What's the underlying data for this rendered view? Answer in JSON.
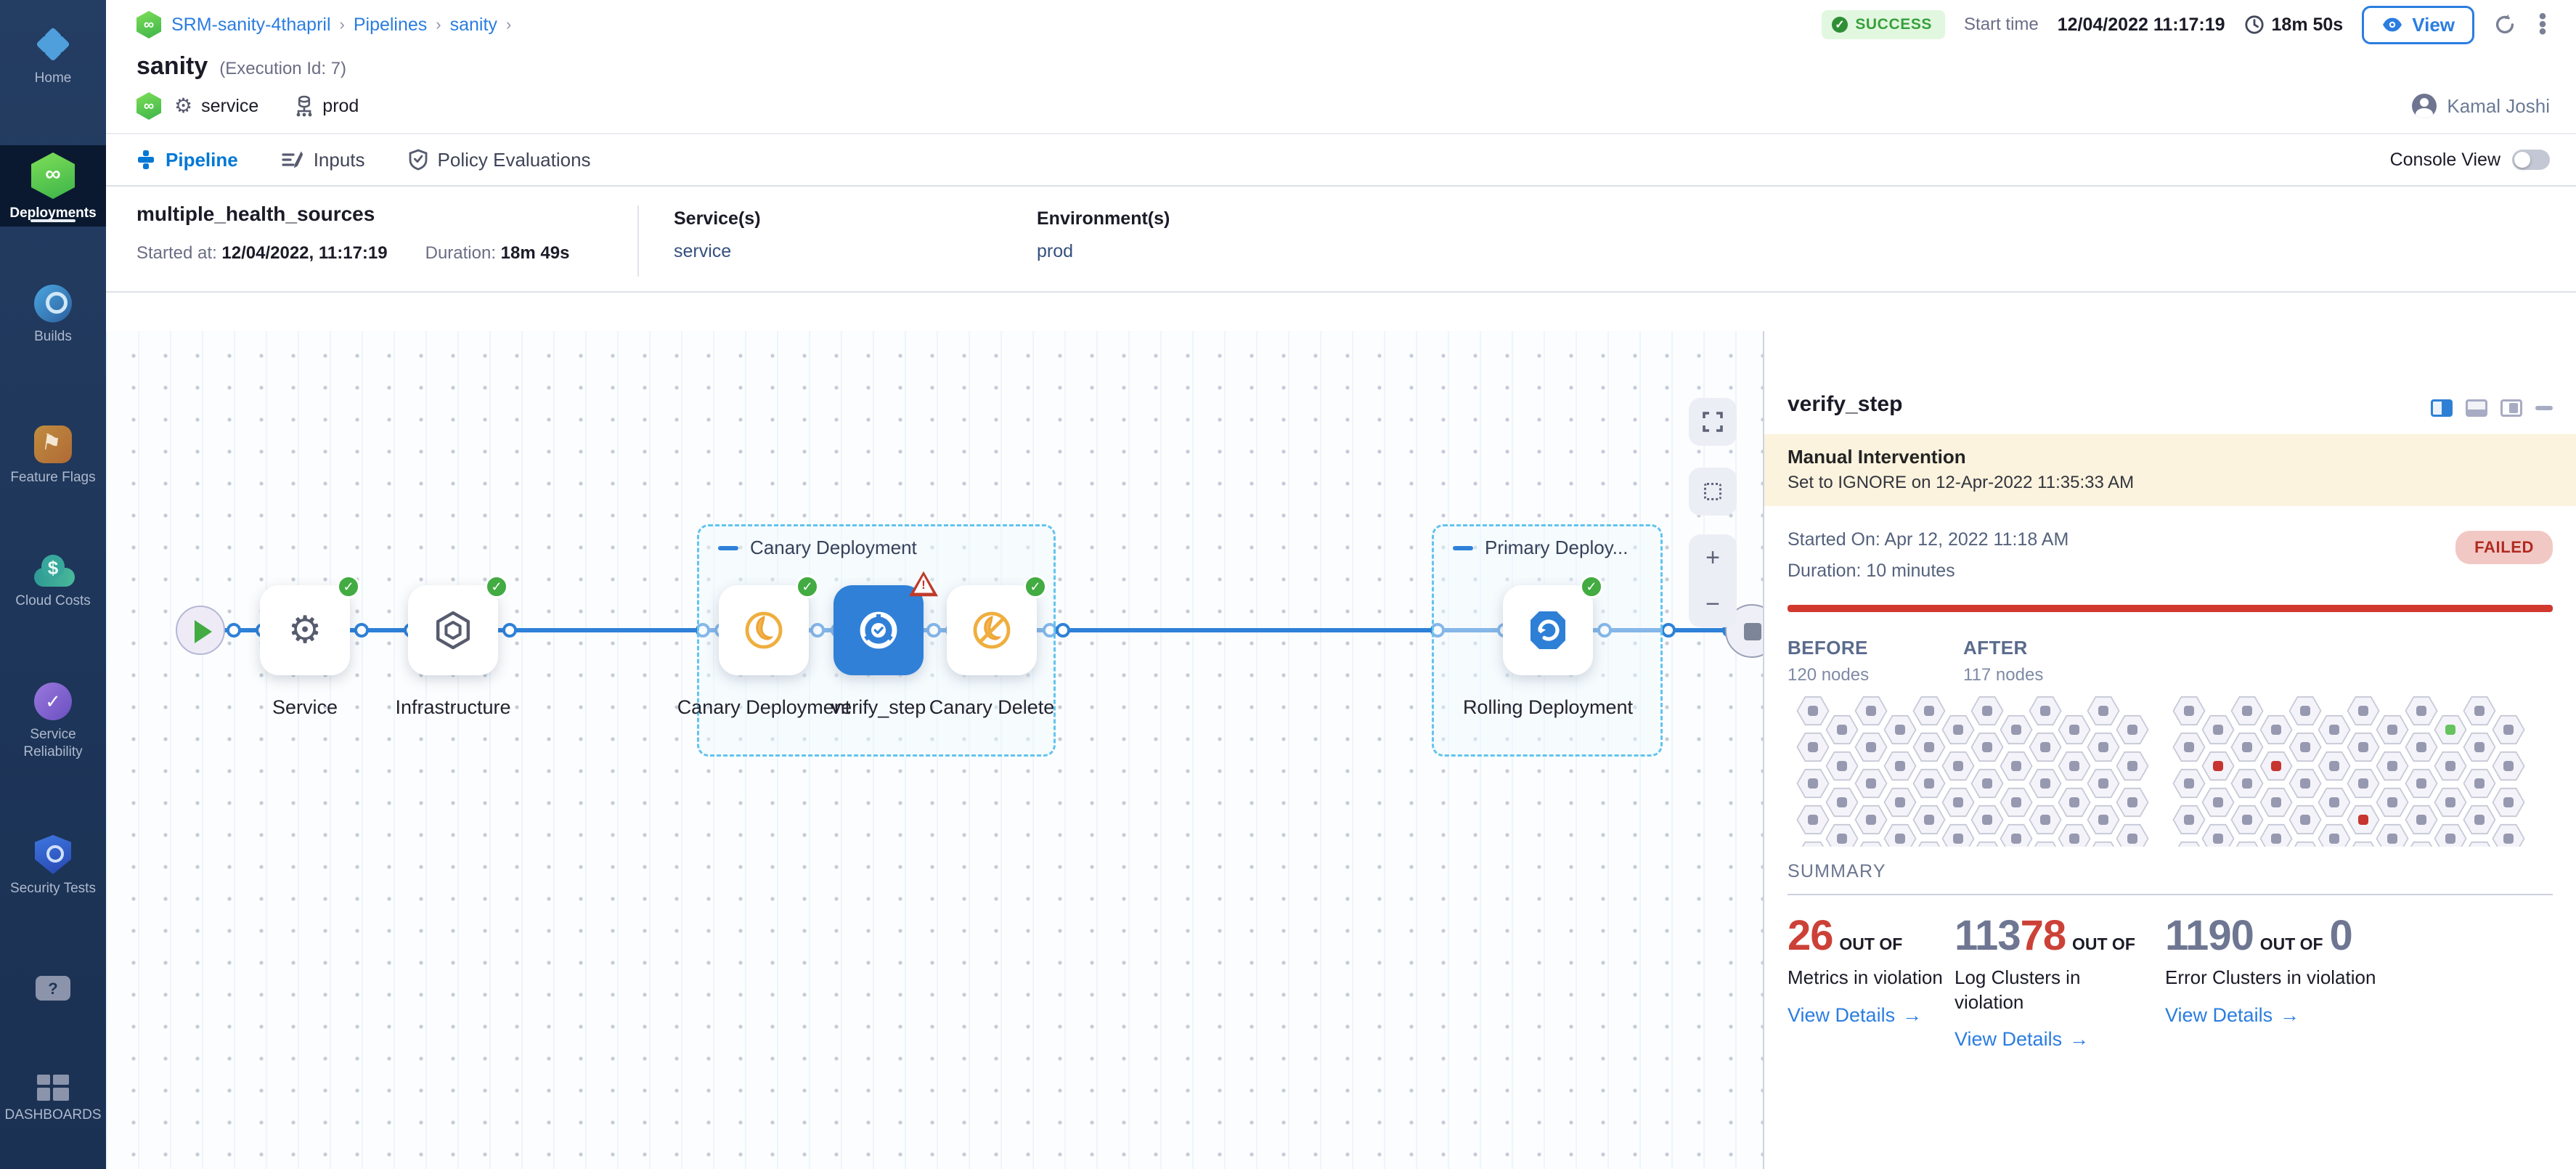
{
  "sidebar": {
    "items": [
      {
        "label": "Home",
        "icon": "home-icon"
      },
      {
        "label": "Deployments",
        "icon": "deployments-icon",
        "active": true
      },
      {
        "label": "Builds",
        "icon": "builds-icon"
      },
      {
        "label": "Feature Flags",
        "icon": "feature-flags-icon"
      },
      {
        "label": "Cloud Costs",
        "icon": "cloud-costs-icon"
      },
      {
        "label": "Service Reliability",
        "icon": "service-reliability-icon"
      },
      {
        "label": "Security Tests",
        "icon": "security-tests-icon"
      },
      {
        "label": "",
        "icon": "help-chat-icon"
      },
      {
        "label": "DASHBOARDS",
        "icon": "dashboards-icon"
      }
    ]
  },
  "breadcrumb": {
    "project": "SRM-sanity-4thapril",
    "pipelines": "Pipelines",
    "pipeline": "sanity",
    "separator": "›"
  },
  "header": {
    "title": "sanity",
    "execution_id": "(Execution Id: 7)",
    "status": "SUCCESS",
    "start_time_label": "Start time",
    "start_time": "12/04/2022 11:17:19",
    "duration": "18m 50s",
    "view_button": "View",
    "service_tag": "service",
    "env_tag": "prod",
    "user": "Kamal Joshi"
  },
  "tabs": {
    "pipeline": "Pipeline",
    "inputs": "Inputs",
    "policy": "Policy Evaluations",
    "console_view": "Console View"
  },
  "run_info": {
    "name": "multiple_health_sources",
    "started_label": "Started at:",
    "started": "12/04/2022, 11:17:19",
    "duration_label": "Duration:",
    "duration": "18m 49s",
    "services_label": "Service(s)",
    "services": "service",
    "env_label": "Environment(s)",
    "env": "prod"
  },
  "pipeline": {
    "groups": [
      {
        "label": "Canary Deployment"
      },
      {
        "label": "Primary Deploy..."
      }
    ],
    "nodes": {
      "service": "Service",
      "infrastructure": "Infrastructure",
      "canary_deployment": "Canary Deployment",
      "verify_step": "verify_step",
      "canary_delete": "Canary Delete",
      "rolling_deployment": "Rolling Deployment"
    }
  },
  "panel": {
    "title": "verify_step",
    "banner_title": "Manual Intervention",
    "banner_text": "Set to IGNORE on 12-Apr-2022 11:35:33 AM",
    "started": "Started On: Apr 12, 2022 11:18 AM",
    "duration": "Duration: 10 minutes",
    "status": "FAILED",
    "before_label": "BEFORE",
    "before_nodes": "120 nodes",
    "after_label": "AFTER",
    "after_nodes": "117 nodes",
    "summary_label": "SUMMARY",
    "summary": [
      {
        "value": "26",
        "out_of": "OUT OF",
        "label": "Metrics in violation",
        "link": "View Details",
        "arrow": "→"
      },
      {
        "value_gray": "113",
        "value_red": "78",
        "out_of": "OUT OF",
        "label": "Log Clusters in violation",
        "link": "View Details",
        "arrow": "→"
      },
      {
        "value": "1190",
        "out_of": "OUT OF",
        "value2": "0",
        "label": "Error Clusters in violation",
        "link": "View Details",
        "arrow": "→"
      }
    ]
  },
  "hex_grids": {
    "cols": 12,
    "rows": 5,
    "before": {
      "special": {}
    },
    "after": {
      "special": {
        "1,1": "red",
        "3,1": "red",
        "6,3": "red",
        "9,0": "green"
      }
    }
  },
  "colors": {
    "accent_blue": "#0278d5",
    "success_green": "#42ab42",
    "failed_red": "#c6352f",
    "selected_node": "#3080d8",
    "banner_cream": "#fbf3dd"
  }
}
